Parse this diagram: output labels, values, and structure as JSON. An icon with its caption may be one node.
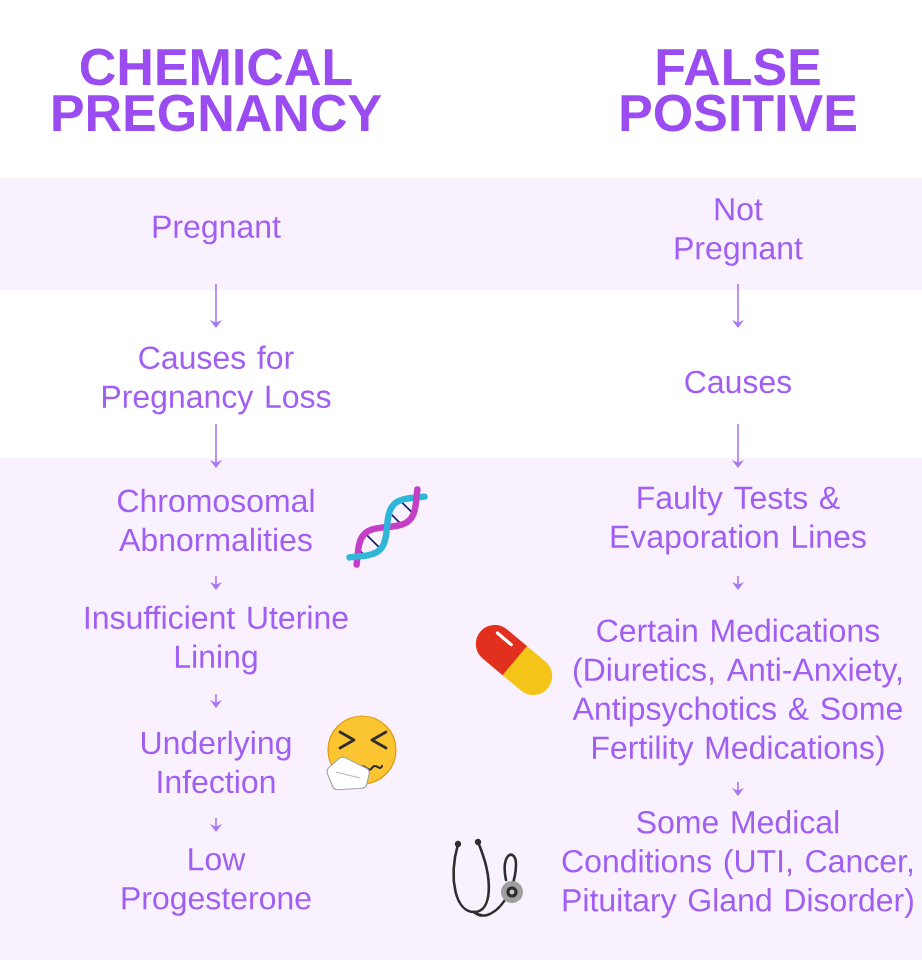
{
  "diagram": {
    "nodes": [
      {
        "text": [],
        "shape": "band"
      },
      {
        "text": [
          "Pregnant"
        ],
        "in": 0
      },
      {
        "text": [
          "Not Pregnant"
        ],
        "in": 0
      },
      {
        "text": [
          "Causes for Pregnancy Loss"
        ]
      },
      {
        "text": [
          "Causes"
        ]
      },
      {
        "text": [],
        "shape": "band"
      },
      {
        "text": [
          "Chromosomal Abnormalities"
        ],
        "in": 5
      },
      {
        "text": [
          "Faulty Tests & Evaporation Lines"
        ],
        "in": 5
      },
      {
        "text": [
          "Insufficient Uterine Lining"
        ],
        "in": 5
      },
      {
        "text": [
          "Certain Medications (Diuretics, Anti-Anxiety, Antipsychotics & Some Fertility Medications)"
        ],
        "in": 5
      },
      {
        "text": [
          "Underlying Infection"
        ],
        "in": 5
      },
      {
        "text": [
          "Some Medical Conditions (UTI, Cancer, Pituitary Gland Disorder)"
        ],
        "in": 5
      },
      {
        "text": [
          "Low Progesterone"
        ],
        "in": 5
      }
    ],
    "edges": [
      {
        "from": 1,
        "to": 3,
        "arrow": "to"
      },
      {
        "from": 3,
        "to": 6,
        "arrow": "to"
      },
      {
        "from": 6,
        "to": 8,
        "arrow": "to"
      },
      {
        "from": 8,
        "to": 10,
        "arrow": "to"
      },
      {
        "from": 10,
        "to": 12,
        "arrow": "to"
      },
      {
        "from": 2,
        "to": 4,
        "arrow": "to"
      },
      {
        "from": 4,
        "to": 7,
        "arrow": "to"
      },
      {
        "from": 7,
        "to": 9,
        "arrow": "to"
      },
      {
        "from": 9,
        "to": 11,
        "arrow": "to"
      }
    ],
    "labels": [
      "CHEMICAL PREGNANCY",
      "FALSE POSITIVE"
    ]
  }
}
